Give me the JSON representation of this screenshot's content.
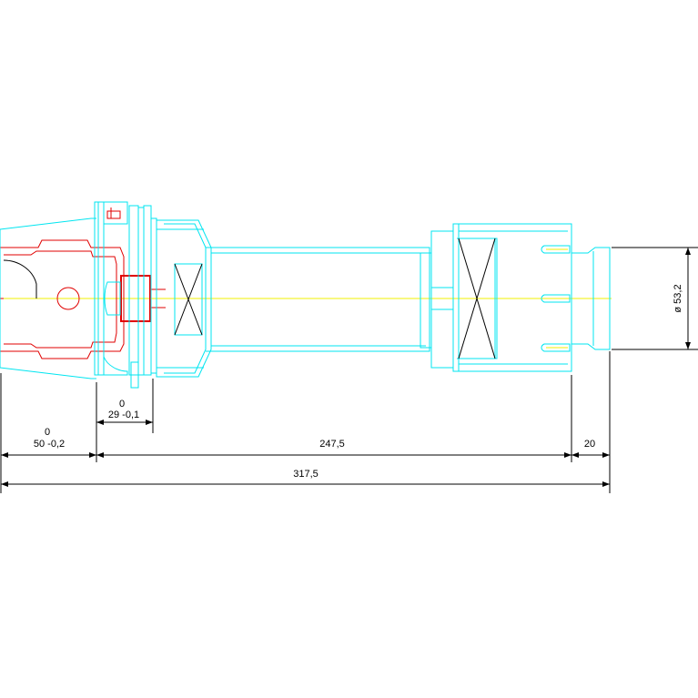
{
  "colors": {
    "background": "#ffffff",
    "outline_cyan": "#00e5f0",
    "detail_red": "#e00000",
    "centerline_yellow": "#f2f200",
    "dimension_black": "#000000"
  },
  "dimensions": {
    "flange_tol_upper": "0",
    "flange_length": "29 -0,1",
    "taper_tol_upper": "0",
    "taper_length": "50 -0,2",
    "body_length": "247,5",
    "end_length": "20",
    "total_length": "317,5",
    "diameter": "ø 53,2"
  }
}
